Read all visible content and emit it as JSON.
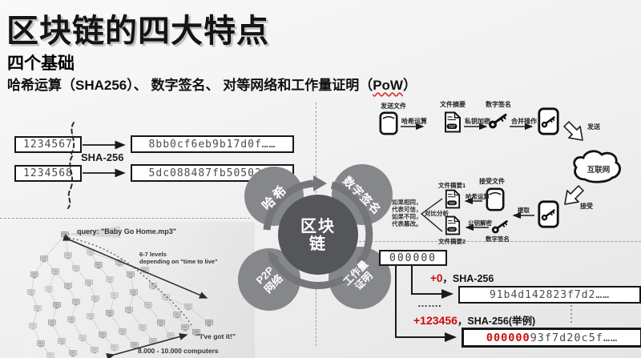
{
  "header": {
    "title": "区块链的四大特点",
    "badge": "四个基础",
    "line_pre": "哈希运算（SHA256）、 数字签名、 对等网络和工作量证明（",
    "line_pow": "PoW",
    "line_post": "）"
  },
  "sha_demo": {
    "label": "SHA-256",
    "rows": [
      {
        "input": "1234567",
        "output": "8bb0cf6eb9b17d0f……"
      },
      {
        "input": "1234568",
        "output": "5dc088487fb50502……"
      }
    ]
  },
  "cycle": {
    "center": {
      "line1": "区块",
      "line2": "链"
    },
    "hash": "哈希",
    "signature": "数字签名",
    "p2p": {
      "line1": "P2P",
      "line2": "网络"
    },
    "pow": {
      "line1": "工作量",
      "line2": "证明"
    }
  },
  "flow": {
    "txt_label": "TXT",
    "cloud": "互联网",
    "send": {
      "file": "发送文件",
      "hash_op": "哈希运算",
      "digest": "文件摘要",
      "encrypt": "私钥加密",
      "signature": "数字签名",
      "merge": "合并操作",
      "send_arrow": "发送"
    },
    "receive": {
      "recv_arrow": "接受",
      "file": "接受文件",
      "extract": "提取",
      "hash_op": "哈希运算",
      "digest1": "文件摘要1",
      "decrypt": "公钥解密",
      "signature": "数字签名",
      "digest2": "文件摘要2",
      "compare": "对比分析",
      "verdict": [
        "如果相同，",
        "代表可信，",
        "如果不同，",
        "代表篡改。"
      ]
    }
  },
  "pow_demo": {
    "seed": "000000",
    "add1": "+0",
    "op1": "，SHA-256",
    "result1": "91b4d142823f7d2……",
    "ellipsis": "…….",
    "add2": "+123456",
    "op2": "，SHA-256(举例)",
    "result2_prefix": "000000",
    "result2_rest": "93f7d20c5f……"
  },
  "p2p_image": {
    "query": "query: \"Baby Go Home.mp3\"",
    "levels_line1": "6-7 levels",
    "levels_line2": "depending on \"time to live\"",
    "got_it": "\"I've got it!\"",
    "count": "8.000 - 10.000 computers"
  },
  "colors": {
    "accent_blue": "#2798d6",
    "alert_red": "#cf0a0a",
    "circle_gray": "#85878a",
    "circle_dark": "#555759"
  }
}
